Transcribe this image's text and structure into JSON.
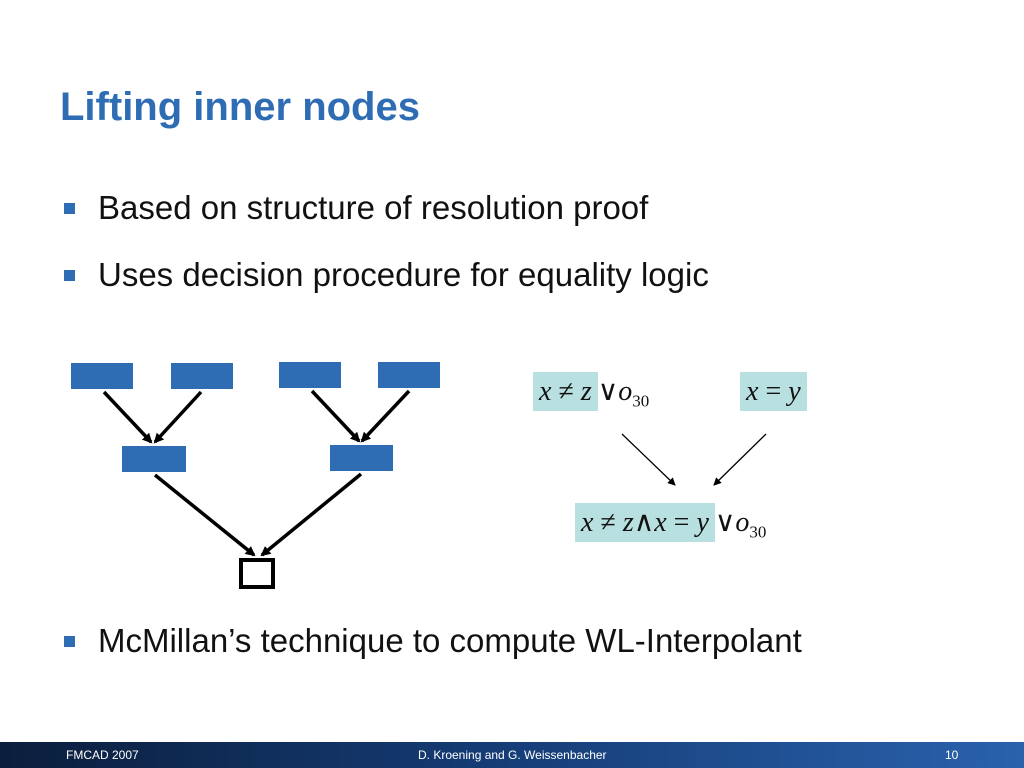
{
  "slide": {
    "title": "Lifting inner nodes",
    "bullets": [
      "Based on structure of resolution proof",
      "Uses decision procedure for equality logic",
      "McMillan’s technique to compute WL-Interpolant"
    ]
  },
  "formulas": {
    "left": {
      "x": "x",
      "neq": "≠",
      "z": "z",
      "or": "∨",
      "o": "o",
      "sub": "30"
    },
    "right": {
      "x": "x",
      "eq": "=",
      "y": "y"
    },
    "result": {
      "x": "x",
      "neq": "≠",
      "z": "z",
      "and": "∧",
      "x2": "x",
      "eq": "=",
      "y": "y",
      "or": "∨",
      "o": "o",
      "sub": "30"
    }
  },
  "footer": {
    "left": "FMCAD 2007",
    "center": "D. Kroening and G. Weissenbacher",
    "page": "10"
  },
  "colors": {
    "accent": "#2e6db4",
    "node": "#2e6db4",
    "highlight": "#b8e0e0"
  }
}
